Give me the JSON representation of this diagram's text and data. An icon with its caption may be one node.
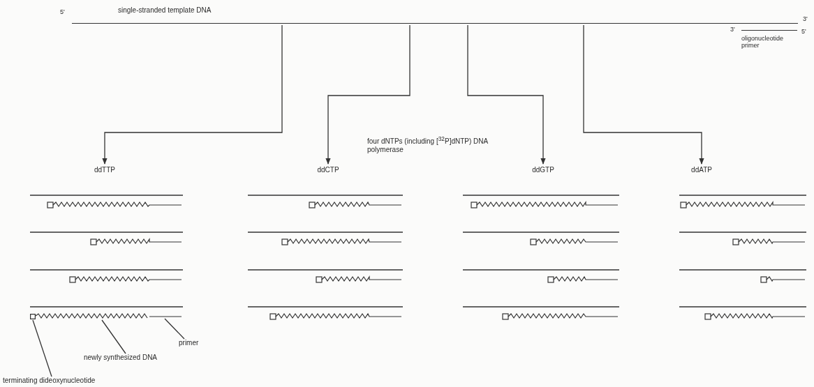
{
  "diagram": {
    "nodes": [
      {
        "text": [
          "single-stranded template DNA"
        ],
        "beside": [
          "5'",
          "3'"
        ]
      },
      {
        "text": [
          "oligonucleotide primer"
        ],
        "beside": [
          "3'",
          "5'"
        ]
      },
      {
        "text": [
          "ddTTP"
        ]
      },
      {
        "text": [
          "ddCTP"
        ]
      },
      {
        "text": [
          "ddGTP"
        ]
      },
      {
        "text": [
          "ddATP"
        ]
      },
      {
        "text": [
          "primer"
        ]
      },
      {
        "text": [
          "newly synthesized DNA"
        ]
      },
      {
        "text": [
          "terminating dideoxynucleotide"
        ]
      },
      {
        "text": [],
        "shape": "box"
      },
      {
        "text": [],
        "shape": "wave"
      },
      {
        "text": [],
        "shape": "line"
      }
    ],
    "edges": [
      {
        "from": 0,
        "to": 2,
        "arrow": "to"
      },
      {
        "from": 0,
        "to": 3,
        "arrow": "to"
      },
      {
        "from": 0,
        "to": 4,
        "arrow": "to"
      },
      {
        "from": 0,
        "to": 5,
        "arrow": "to"
      },
      {
        "from": 6,
        "to": 11,
        "arrow": "none"
      },
      {
        "from": 7,
        "to": 10,
        "arrow": "none"
      },
      {
        "from": 8,
        "to": 9,
        "arrow": "none"
      }
    ],
    "labels": [
      "four dNTPs (including [$^{32}$P]dNTP) DNA polymerase"
    ]
  }
}
